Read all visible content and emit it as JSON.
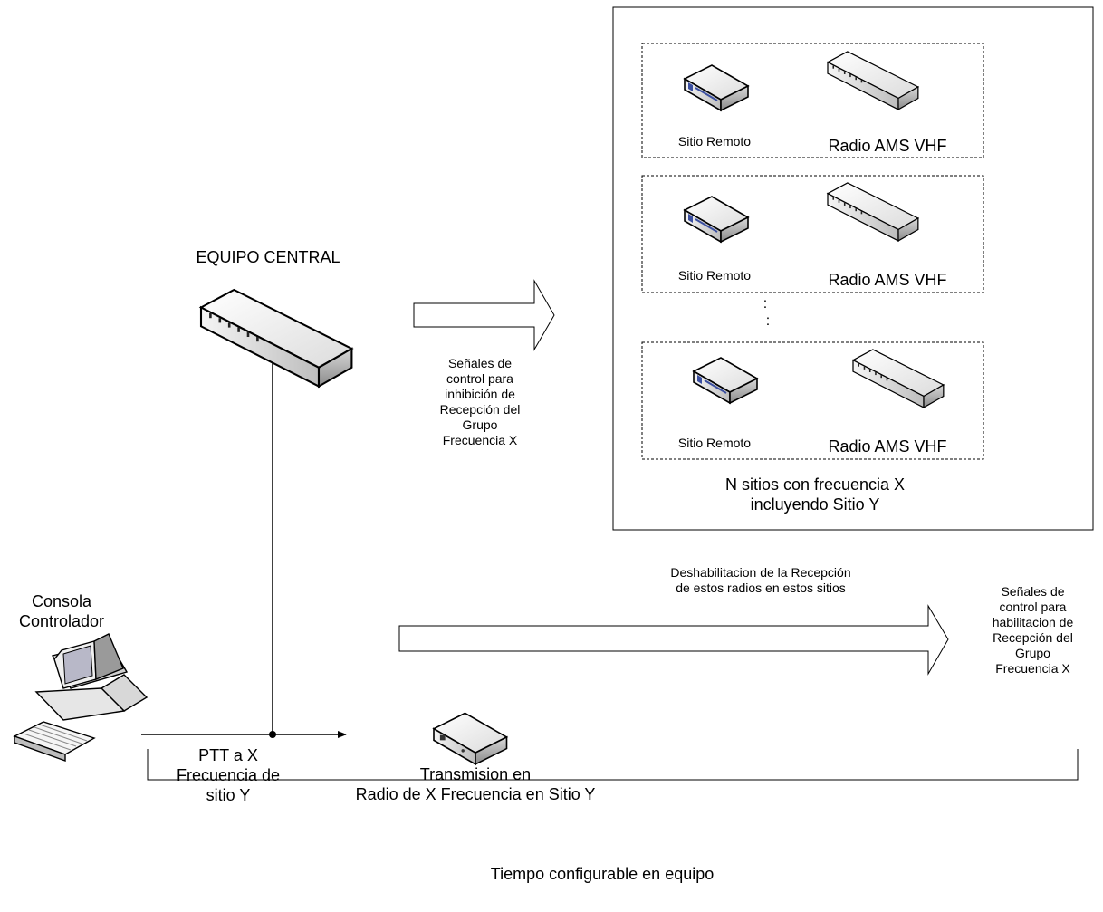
{
  "central": {
    "title": "EQUIPO CENTRAL"
  },
  "inhibit_signal": {
    "text": "Señales de\ncontrol para\ninhibición de\nRecepción del\nGrupo\nFrecuencia X"
  },
  "sites_panel": {
    "site_label": "Sitio Remoto",
    "radio_label": "Radio AMS VHF",
    "ellipsis": ":",
    "caption": "N sitios con frecuencia X\nincluyendo Sitio Y"
  },
  "disable_note": {
    "text": "Deshabilitacion de la Recepción\nde estos radios en estos sitios"
  },
  "enable_signal": {
    "text": "Señales de\ncontrol para\nhabilitacion  de\nRecepción del\nGrupo\nFrecuencia X"
  },
  "console": {
    "label": "Consola\nControlador"
  },
  "ptt": {
    "text": "PTT a X\nFrecuencia de\nsitio Y"
  },
  "transmission": {
    "text": "Transmision en\nRadio de X Frecuencia en Sitio Y"
  },
  "timeline": {
    "text": "Tiempo configurable en equipo"
  }
}
